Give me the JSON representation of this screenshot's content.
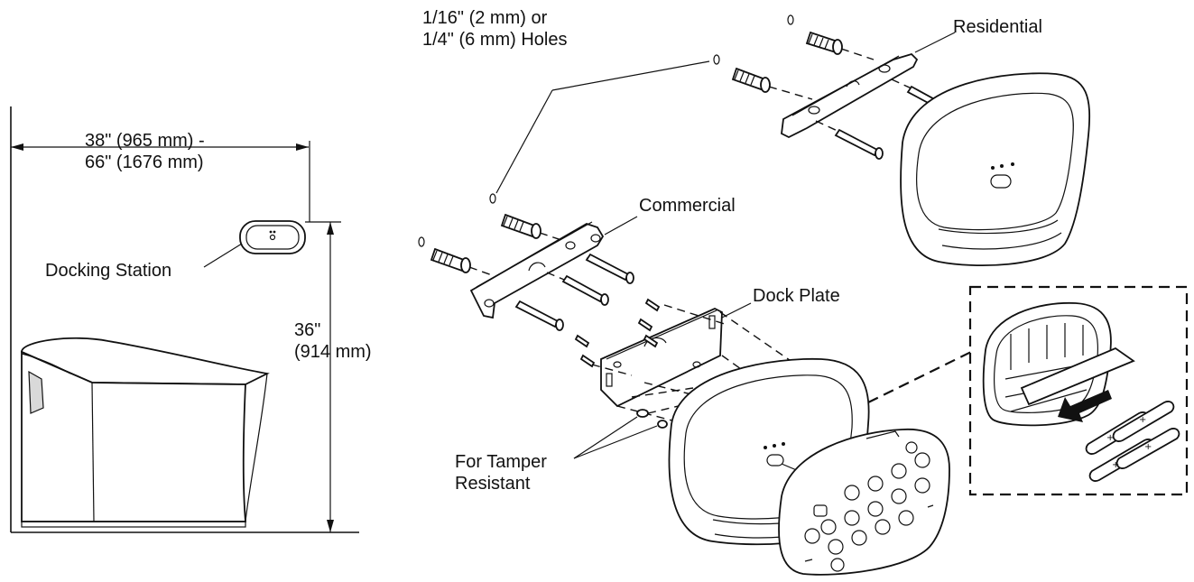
{
  "labels": {
    "width_range_line1": "38\" (965 mm) -",
    "width_range_line2": "66\" (1676 mm)",
    "docking_station": "Docking Station",
    "height_line1": "36\"",
    "height_line2": "(914 mm)",
    "holes_line1": "1/16\" (2 mm) or",
    "holes_line2": "1/4\" (6 mm) Holes",
    "residential": "Residential",
    "commercial": "Commercial",
    "dock_plate": "Dock Plate",
    "tamper_line1": "For Tamper",
    "tamper_line2": "Resistant"
  },
  "colors": {
    "ink": "#111111",
    "shade": "#d9d9d9",
    "background": "#ffffff"
  }
}
